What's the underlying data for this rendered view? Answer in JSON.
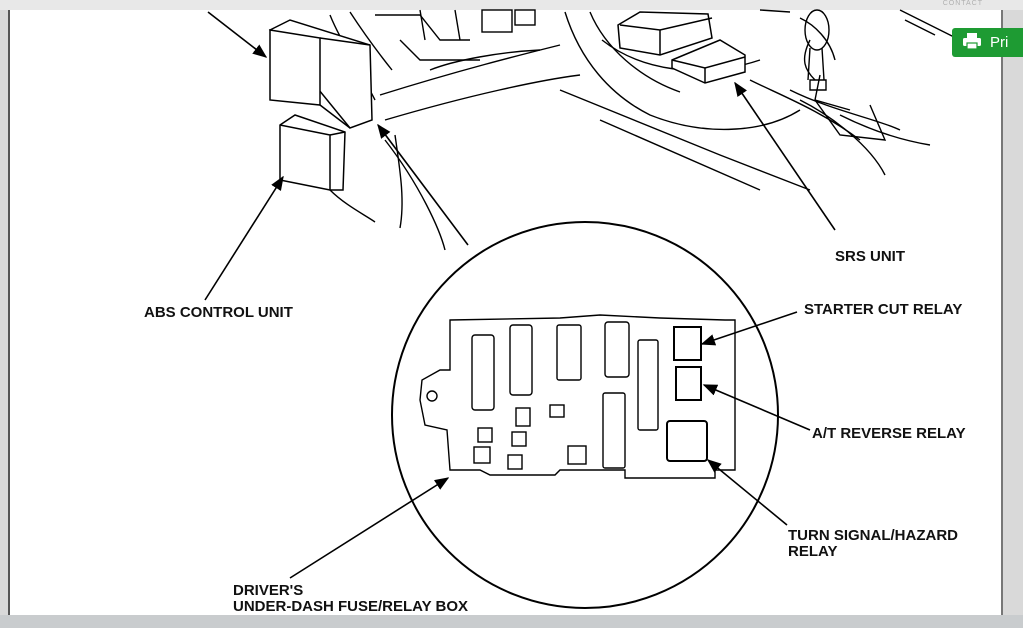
{
  "header": {
    "tiny_text": "CONTACT",
    "print_label": "Pri"
  },
  "labels": {
    "srs_unit": "SRS UNIT",
    "abs_control_unit": "ABS CONTROL UNIT",
    "starter_cut_relay": "STARTER CUT RELAY",
    "at_reverse_relay": "A/T REVERSE RELAY",
    "turn_signal_line1": "TURN SIGNAL/HAZARD",
    "turn_signal_line2": "RELAY",
    "drivers_line1": "DRIVER'S",
    "drivers_line2": "UNDER-DASH FUSE/RELAY BOX"
  }
}
